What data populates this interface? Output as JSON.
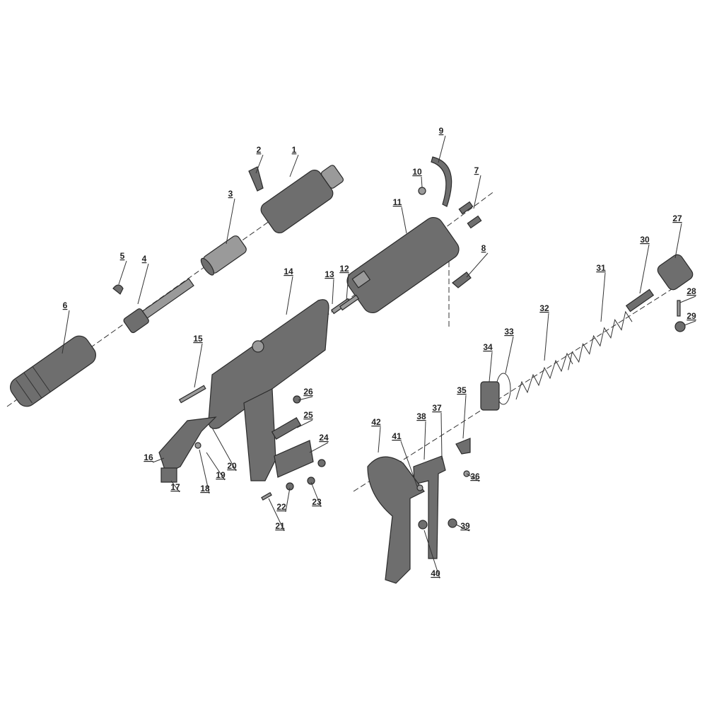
{
  "diagram": {
    "type": "exploded-parts-view",
    "part_labels": [
      "1",
      "2",
      "3",
      "4",
      "5",
      "6",
      "7",
      "8",
      "9",
      "10",
      "11",
      "12",
      "13",
      "14",
      "15",
      "16",
      "17",
      "18",
      "19",
      "20",
      "21",
      "22",
      "23",
      "24",
      "25",
      "26",
      "27",
      "28",
      "29",
      "30",
      "31",
      "32",
      "33",
      "34",
      "35",
      "36",
      "37",
      "38",
      "39",
      "40",
      "41",
      "42"
    ]
  }
}
